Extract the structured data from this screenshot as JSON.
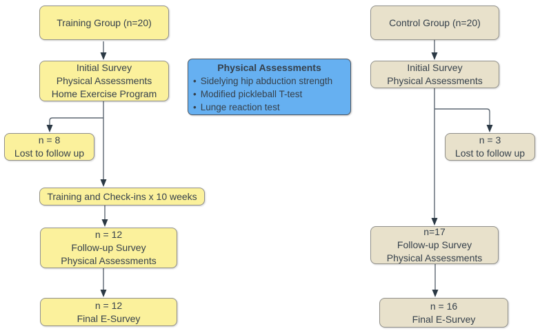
{
  "colors": {
    "yellow_fill": "#FBF19C",
    "yellow_border": "#908F8A",
    "tan_fill": "#E8E1CB",
    "tan_border": "#908F8A",
    "blue_fill": "#66B0F1",
    "blue_border": "#4E555E",
    "text": "#35404B",
    "line": "#5C6671",
    "arrow": "#2B3945",
    "background": "#FFFFFF"
  },
  "training_flow": {
    "group": {
      "line1": "Training Group (n=20)"
    },
    "initial": {
      "line1": "Initial Survey",
      "line2": "Physical Assessments",
      "line3": "Home Exercise Program"
    },
    "lost": {
      "line1": "n = 8",
      "line2": "Lost to follow up"
    },
    "training": {
      "line1": "Training and Check-ins x 10 weeks"
    },
    "followup": {
      "line1": "n = 12",
      "line2": "Follow-up Survey",
      "line3": "Physical Assessments"
    },
    "final": {
      "line1": "n = 12",
      "line2": "Final E-Survey"
    }
  },
  "assessments_note": {
    "title": "Physical Assessments",
    "bullet_glyph": "•",
    "bullet1": "Sidelying hip abduction strength",
    "bullet2": "Modified pickleball T-test",
    "bullet3": "Lunge reaction test"
  },
  "control_flow": {
    "group": {
      "line1": "Control Group (n=20)"
    },
    "initial": {
      "line1": "Initial Survey",
      "line2": "Physical Assessments"
    },
    "lost": {
      "line1": "n = 3",
      "line2": "Lost to follow up"
    },
    "followup": {
      "line1": "n=17",
      "line2": "Follow-up Survey",
      "line3": "Physical Assessments"
    },
    "final": {
      "line1": "n = 16",
      "line2": "Final E-Survey"
    }
  }
}
